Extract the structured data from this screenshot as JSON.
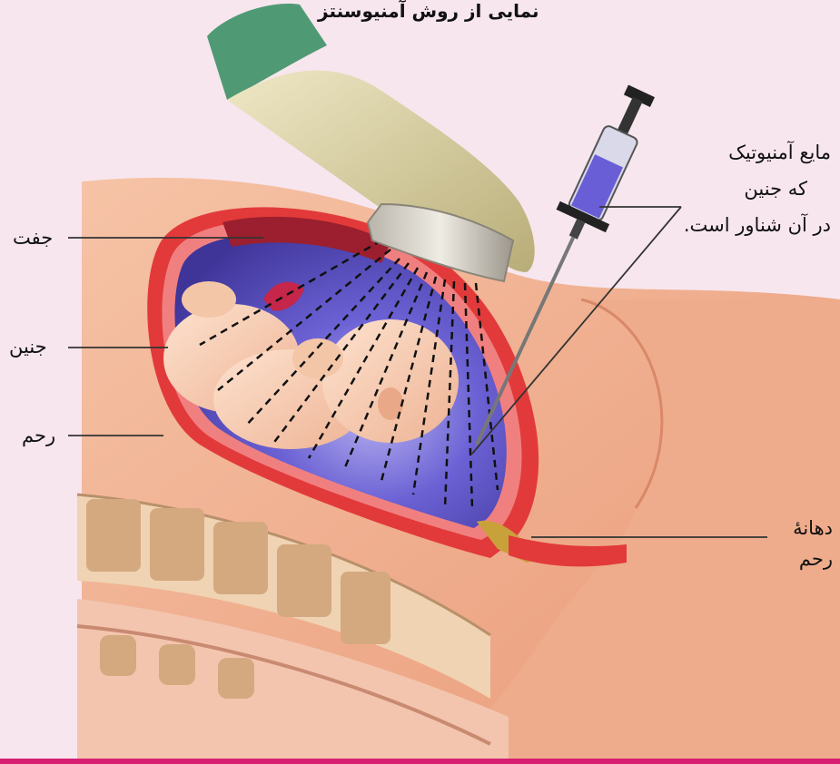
{
  "title": "نمایی از روش آمنیوسنتز",
  "labels": {
    "placenta": "جفت",
    "fetus": "جنین",
    "uterus": "رحم",
    "amniotic_fluid": [
      "مایع آمنیوتیک",
      "که جنین",
      "در آن شناور است."
    ],
    "cervix": [
      "دهانهٔ",
      "رحم"
    ]
  },
  "colors": {
    "background": "#f7e6ee",
    "skin": "#f2b08f",
    "uterus_wall": "#e23a3a",
    "amniotic_fluid": "#5a4fc8",
    "glove": "#d8cfa0",
    "sleeve": "#4f9a74",
    "bottom_bar": "#d61f72"
  },
  "icons": [
    "gloved-hand-icon",
    "ultrasound-probe-icon",
    "syringe-icon"
  ]
}
